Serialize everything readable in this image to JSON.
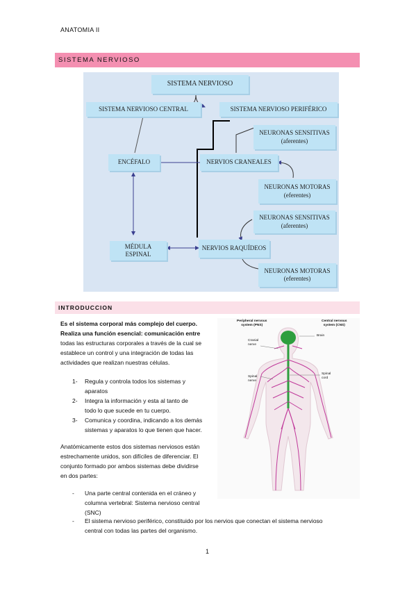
{
  "header": {
    "title": "ANATOMIA II"
  },
  "section1": {
    "title": "SISTEMA NERVIOSO"
  },
  "diagram": {
    "root": "SISTEMA NERVIOSO",
    "central": "SISTEMA NERVIOSO CENTRAL",
    "peripheral": "SISTEMA NERVIOSO PERIFÉRICO",
    "encefalo": "ENCÉFALO",
    "craneales": "NERVIOS CRANEALES",
    "medula_1": "MÉDULA",
    "medula_2": "ESPINAL",
    "raquideos": "NERVIOS RAQUÍDEOS",
    "sens1_1": "NEURONAS SENSITIVAS",
    "sens1_2": "(aferentes)",
    "mot1_1": "NEURONAS MOTORAS",
    "mot1_2": "(eferentes)",
    "sens2_1": "NEURONAS SENSITIVAS",
    "sens2_2": "(aferentes)",
    "mot2_1": "NEURONAS MOTORAS",
    "mot2_2": "(eferentes)"
  },
  "section2": {
    "title": "INTRODUCCION"
  },
  "intro": {
    "p1": [
      "Es el sistema corporal más complejo del cuerpo.",
      "Realiza una función esencial: comunicación entre",
      "todas las estructuras corporales a través de la cual se",
      "establece un control y una integración de todas las",
      "actividades que realizan nuestras células."
    ],
    "items": [
      {
        "num": "1-",
        "lines": [
          "Regula y controla todos los sistemas y",
          "aparatos"
        ]
      },
      {
        "num": "2-",
        "lines": [
          "Integra la información y esta al tanto de",
          "todo lo que sucede en tu cuerpo."
        ]
      },
      {
        "num": "3-",
        "lines": [
          "Comunica y coordina, indicando a los demás",
          "sistemas y aparatos lo que tienen que hacer."
        ]
      }
    ],
    "p2": [
      "Anatómicamente estos dos sistemas nerviosos están",
      "estrechamente unidos, son difíciles de diferenciar. El",
      "conjunto formado por ambos sistemas debe dividirse",
      "en dos partes:"
    ],
    "bullets": [
      {
        "mark": "-",
        "lines": [
          "Una parte central contenida en el cráneo y",
          "columna vertebral: Sistema nervioso central",
          "(SNC)"
        ]
      },
      {
        "mark": "-",
        "lines": [
          "El sistema nervioso periférico, constituido por los nervios que conectan el sistema nervioso",
          "central con todas las partes del organismo."
        ]
      }
    ]
  },
  "figure": {
    "pns_1": "Peripheral nervous",
    "pns_2": "system (PNS)",
    "cns_1": "Central nervous",
    "cns_2": "system (CNS)",
    "brain": "Brain",
    "cranial_1": "Cranial",
    "cranial_2": "nerve",
    "spinal_nerve_1": "Spinal",
    "spinal_nerve_2": "nerve",
    "spinal_cord_1": "Spinal",
    "spinal_cord_2": "cord"
  },
  "footer": {
    "page": "1"
  },
  "colors": {
    "band": "#f48fb1",
    "band_light": "#fbe0e8",
    "node": "#bfe3f5",
    "diagram_bg": "#d9e5f3",
    "nerve": "#c0399a",
    "cns": "#2e9e3e"
  }
}
